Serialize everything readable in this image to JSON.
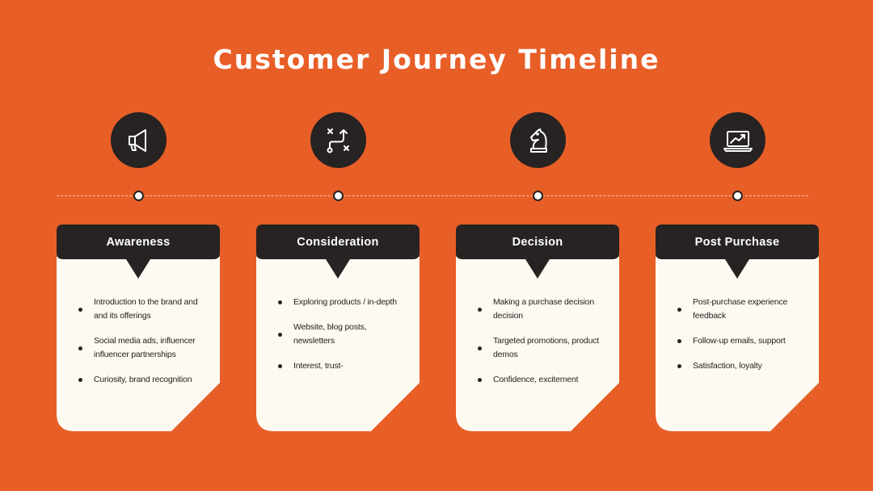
{
  "title": "Customer Journey Timeline",
  "colors": {
    "background": "#e85e27",
    "dark": "#262322",
    "card": "#fdfaf2",
    "white": "#ffffff"
  },
  "stages": [
    {
      "icon": "megaphone-icon",
      "label": "Awareness",
      "items": [
        "Introduction to the brand and and its offerings",
        "Social media ads, influencer influencer partnerships",
        "Curiosity, brand recognition"
      ]
    },
    {
      "icon": "strategy-play-icon",
      "label": "Consideration",
      "items": [
        "Exploring products / in-depth",
        "Website, blog posts, newsletters",
        "Interest, trust-"
      ]
    },
    {
      "icon": "chess-knight-icon",
      "label": "Decision",
      "items": [
        "Making a purchase decision decision",
        "Targeted promotions, product demos",
        "Confidence, excitement"
      ]
    },
    {
      "icon": "laptop-growth-chart-icon",
      "label": "Post Purchase",
      "items": [
        "Post-purchase experience feedback",
        "Follow-up emails, support",
        "Satisfaction, loyalty"
      ]
    }
  ]
}
